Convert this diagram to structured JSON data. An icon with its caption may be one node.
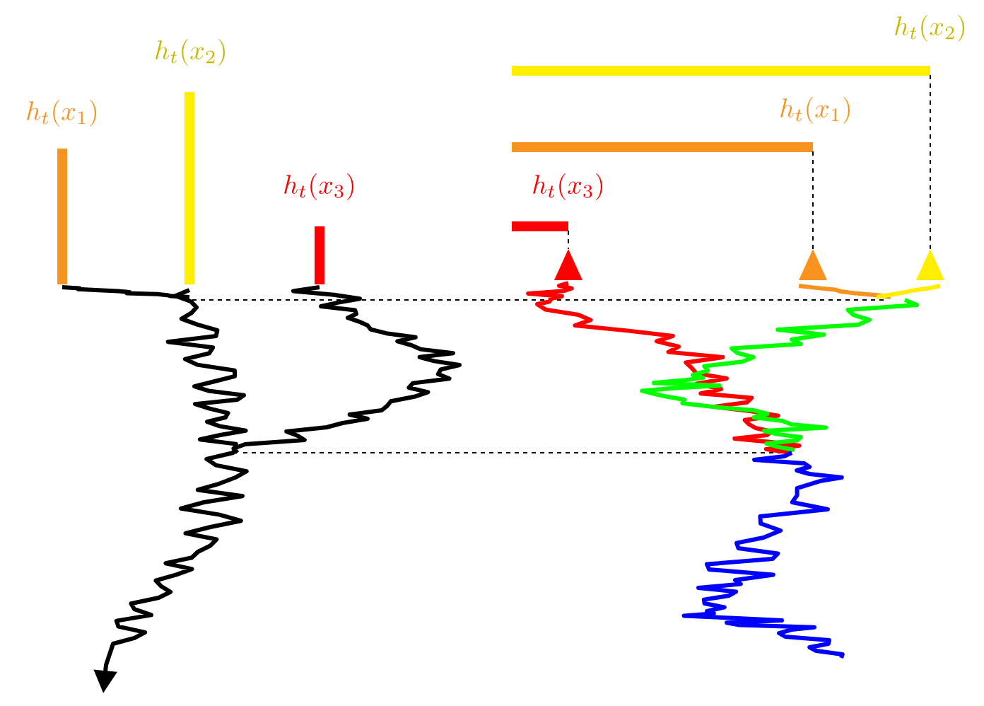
{
  "diagram": {
    "labels": [
      "h_t(x_1)",
      "h_t(x_2)",
      "h_t(x_3)",
      "h_t(x_2)",
      "h_t(x_1)",
      "h_t(x_3)"
    ]
  }
}
